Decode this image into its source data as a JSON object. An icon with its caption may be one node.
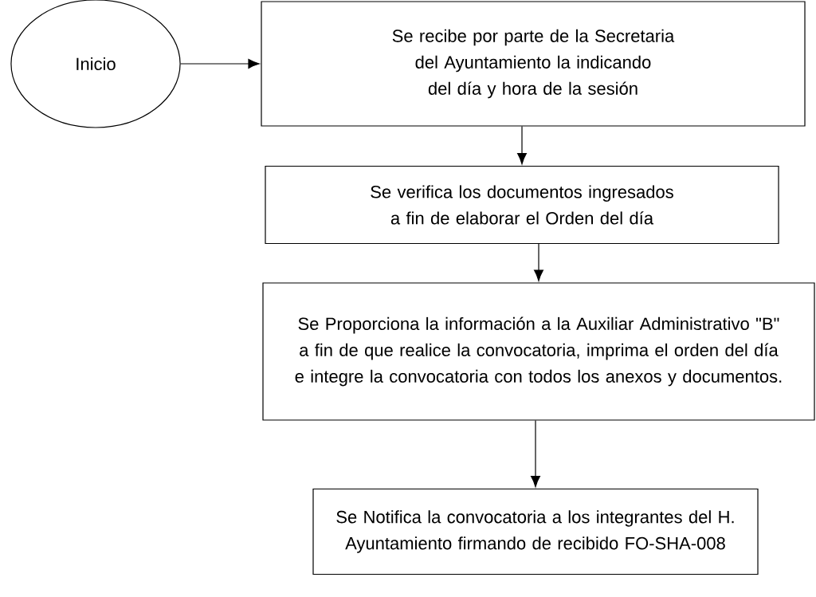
{
  "diagram": {
    "nodes": [
      {
        "text": [
          "Inicio"
        ]
      },
      {
        "text": [
          "Se recibe por parte de la Secretaria del Ayuntamiento la indicando del día y hora de la sesión"
        ]
      },
      {
        "text": [
          "Se verifica los documentos ingresados a fin de elaborar el Orden del día"
        ]
      },
      {
        "text": [
          "Se Proporciona la información a la Auxiliar Administrativo \"B\" a fin de que realice la convocatoria, imprima el orden del día e integre la convocatoria con todos los anexos y documentos."
        ]
      },
      {
        "text": [
          "Se Notifica la convocatoria a los integrantes del H. Ayuntamiento firmando de recibido FO-SHA-008"
        ]
      }
    ],
    "edges": [
      {
        "from": 0,
        "to": 1,
        "arrow": "to"
      },
      {
        "from": 1,
        "to": 2,
        "arrow": "to"
      },
      {
        "from": 2,
        "to": 3,
        "arrow": "to"
      },
      {
        "from": 3,
        "to": 4,
        "arrow": "to"
      }
    ]
  }
}
